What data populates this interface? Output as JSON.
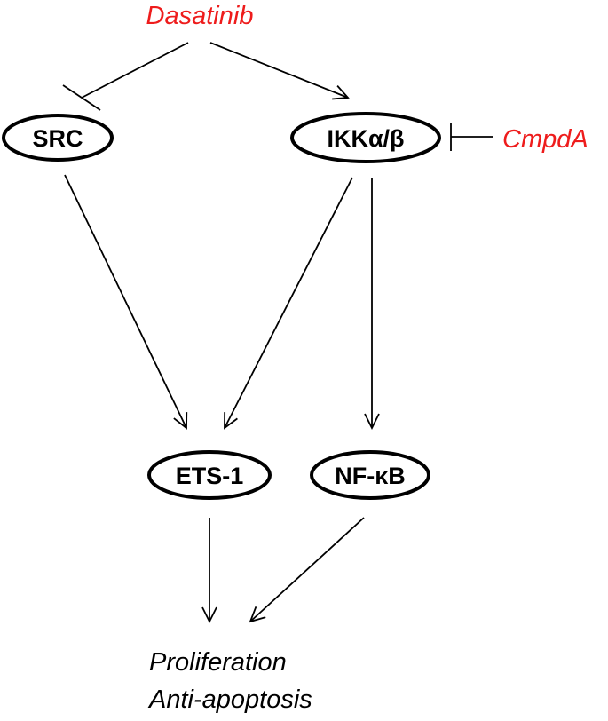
{
  "colors": {
    "inhibitor": "#ee1c1c",
    "node_border": "#000000",
    "text": "#000000"
  },
  "drugs": {
    "dasatinib": "Dasatinib",
    "cmpda": "CmpdA"
  },
  "nodes": {
    "src": "SRC",
    "ikk": "IKKα/β",
    "ets1": "ETS-1",
    "nfkb": "NF-κB"
  },
  "outcomes": {
    "line1": "Proliferation",
    "line2": "Anti-apoptosis"
  },
  "edges": [
    {
      "from": "Dasatinib",
      "to": "SRC",
      "type": "inhibits"
    },
    {
      "from": "Dasatinib",
      "to": "IKKα/β",
      "type": "activates"
    },
    {
      "from": "CmpdA",
      "to": "IKKα/β",
      "type": "inhibits"
    },
    {
      "from": "SRC",
      "to": "ETS-1",
      "type": "activates"
    },
    {
      "from": "IKKα/β",
      "to": "ETS-1",
      "type": "activates"
    },
    {
      "from": "IKKα/β",
      "to": "NF-κB",
      "type": "activates"
    },
    {
      "from": "ETS-1",
      "to": "Proliferation / Anti-apoptosis",
      "type": "activates"
    },
    {
      "from": "NF-κB",
      "to": "Proliferation / Anti-apoptosis",
      "type": "activates"
    }
  ]
}
